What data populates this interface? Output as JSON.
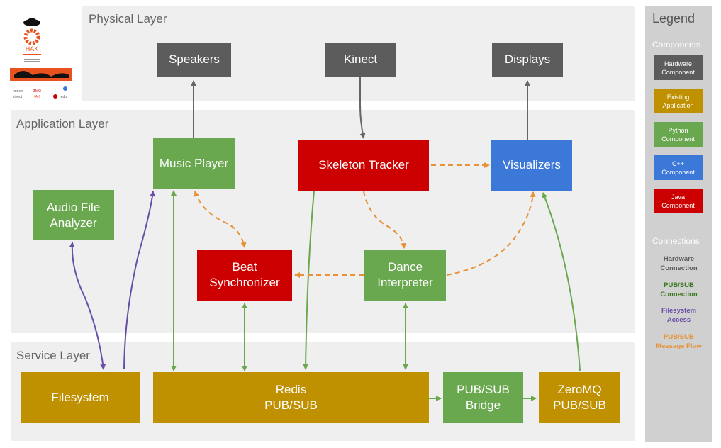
{
  "layers": {
    "physical": "Physical Layer",
    "application": "Application Layer",
    "service": "Service Layer"
  },
  "components": {
    "speakers": "Speakers",
    "kinect": "Kinect",
    "displays": "Displays",
    "music_player": "Music Player",
    "skeleton_tracker": "Skeleton Tracker",
    "visualizers": "Visualizers",
    "audio_file_analyzer": "Audio File\nAnalyzer",
    "beat_synchronizer": "Beat\nSynchronizer",
    "dance_interpreter": "Dance\nInterpreter",
    "filesystem": "Filesystem",
    "redis": "Redis\nPUB/SUB",
    "pubsub_bridge": "PUB/SUB\nBridge",
    "zeromq": "ZeroMQ\nPUB/SUB"
  },
  "legend": {
    "title": "Legend",
    "components_heading": "Components",
    "hardware": "Hardware\nComponent",
    "existing": "Existing\nApplication",
    "python": "Python\nComponent",
    "cpp": "C++\nComponent",
    "java": "Java\nComponent",
    "connections_heading": "Connections",
    "hw_conn": "Hardware\nConnection",
    "pubsub_conn": "PUB/SUB\nConnection",
    "fs_access": "Filesystem\nAccess",
    "msg_flow": "PUB/SUB\nMessage Flow"
  },
  "colors": {
    "hardware": "#5c5c5c",
    "python": "#6aa84f",
    "cpp": "#3c78d8",
    "java": "#cc0000",
    "existing": "#bf9000",
    "hw_line": "#666666",
    "pubsub_line": "#6aa84f",
    "fs_line": "#674ea7",
    "flow_line": "#e69138"
  }
}
